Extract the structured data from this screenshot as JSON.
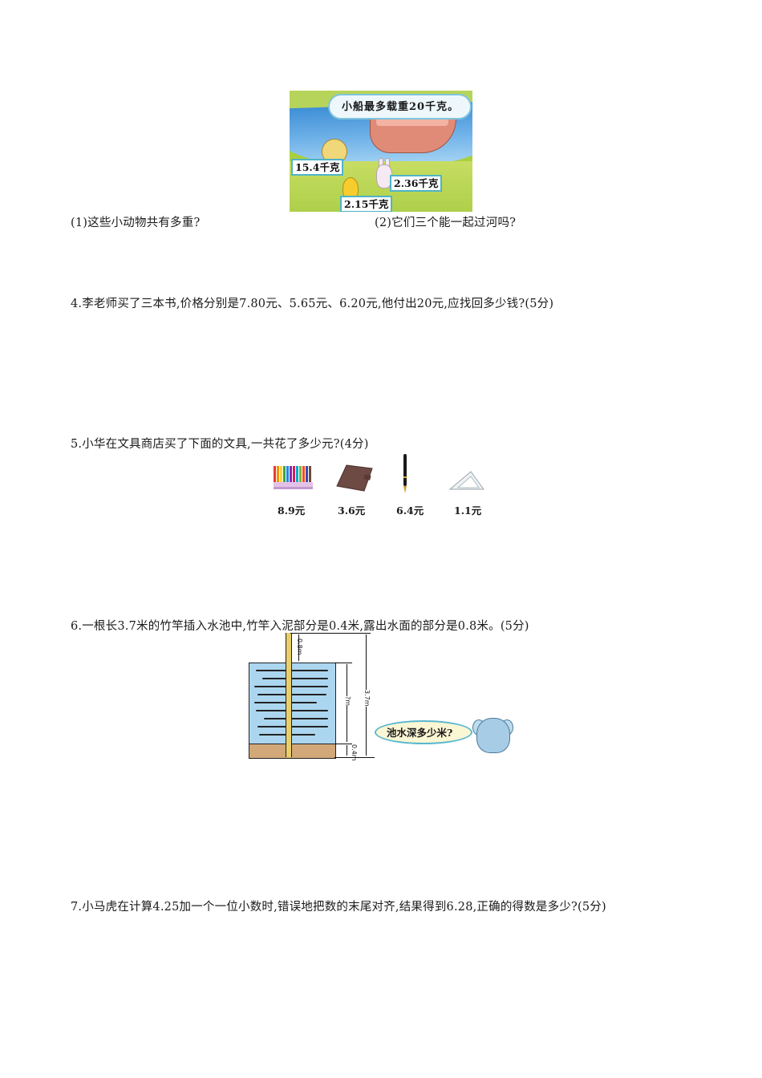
{
  "q3_figure": {
    "boat_caption": "小船最多载重20千克。",
    "monkey_weight": "15.4千克",
    "rabbit_weight": "2.36千克",
    "duck_weight": "2.15千克"
  },
  "q3_sub": {
    "part1": "(1)这些小动物共有多重?",
    "part2": "(2)它们三个能一起过河吗?"
  },
  "q4": {
    "text": "4.李老师买了三本书,价格分别是7.80元、5.65元、6.20元,他付出20元,应找回多少钱?(5分)"
  },
  "q5": {
    "text": "5.小华在文具商店买了下面的文具,一共花了多少元?(4分)",
    "items": [
      {
        "name": "markers",
        "price": "8.9元"
      },
      {
        "name": "notebook",
        "price": "3.6元"
      },
      {
        "name": "pen",
        "price": "6.4元"
      },
      {
        "name": "set-square",
        "price": "1.1元"
      }
    ]
  },
  "q6": {
    "text": "6.一根长3.7米的竹竿插入水池中,竹竿入泥部分是0.4米,露出水面的部分是0.8米。(5分)",
    "labels": {
      "above_water": "0.8m",
      "water_depth": "?m",
      "in_mud": "0.4m",
      "total": "3.7m"
    },
    "speech": "池水深多少米?"
  },
  "q7": {
    "text": "7.小马虎在计算4.25加一个一位小数时,错误地把数的末尾对齐,结果得到6.28,正确的得数是多少?(5分)"
  }
}
